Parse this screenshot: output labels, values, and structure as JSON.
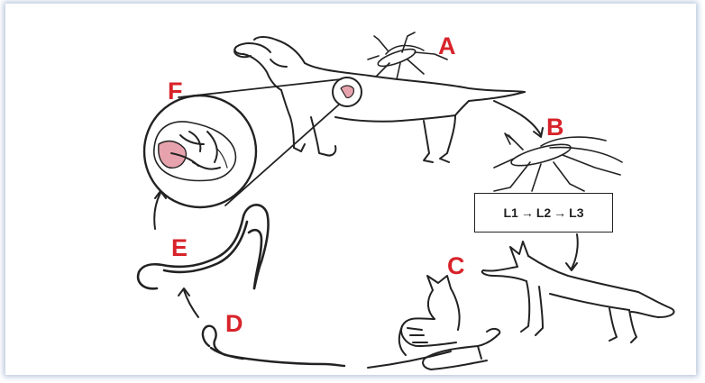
{
  "labels": {
    "a": "A",
    "b": "B",
    "c": "C",
    "d": "D",
    "e": "E",
    "f": "F"
  },
  "larval_box": {
    "stage1": "L1",
    "stage2": "L2",
    "stage3": "L3",
    "arrow": "→"
  },
  "colors": {
    "label_red": "#d8232a",
    "line": "#222222",
    "heart_pink": "#e7a3ad"
  }
}
